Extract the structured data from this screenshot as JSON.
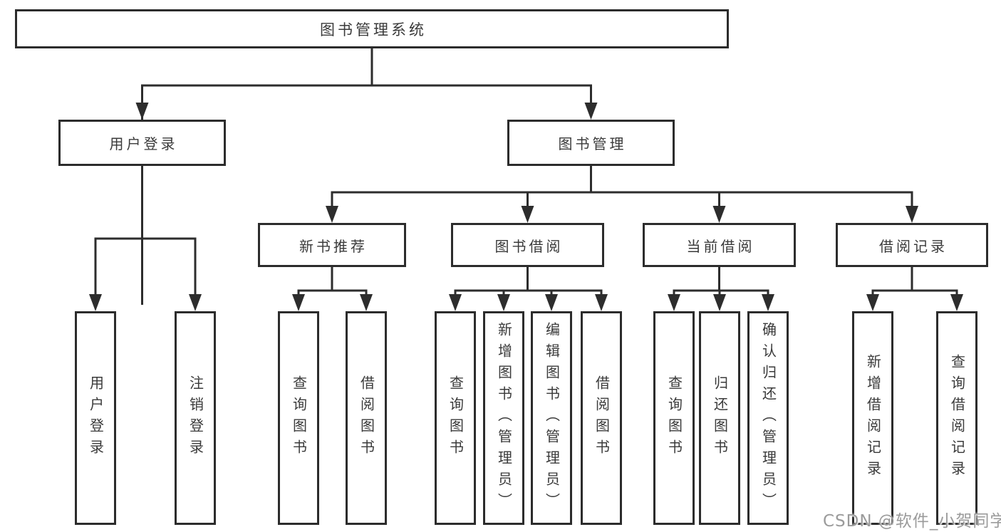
{
  "tree": {
    "label": "图书管理系统",
    "children": [
      {
        "label": "用户登录",
        "children": [
          {
            "label": "用户登录"
          },
          {
            "label": "注销登录"
          }
        ]
      },
      {
        "label": "图书管理",
        "children": [
          {
            "label": "新书推荐",
            "children": [
              {
                "label": "查询图书"
              },
              {
                "label": "借阅图书"
              }
            ]
          },
          {
            "label": "图书借阅",
            "children": [
              {
                "label": "查询图书"
              },
              {
                "label": "新增图书（管理员）"
              },
              {
                "label": "编辑图书（管理员）"
              },
              {
                "label": "借阅图书"
              }
            ]
          },
          {
            "label": "当前借阅",
            "children": [
              {
                "label": "查询图书"
              },
              {
                "label": "归还图书"
              },
              {
                "label": "确认归还（管理员）"
              }
            ]
          },
          {
            "label": "借阅记录",
            "children": [
              {
                "label": "新增借阅记录"
              },
              {
                "label": "查询借阅记录"
              }
            ]
          }
        ]
      }
    ]
  },
  "watermark": {
    "text": "CSDN @软件_小贺同学"
  },
  "colors": {
    "line": "#2d2d2d",
    "text": "#3a3a3a",
    "background": "#ffffff",
    "watermark": "#9b9b9b"
  }
}
